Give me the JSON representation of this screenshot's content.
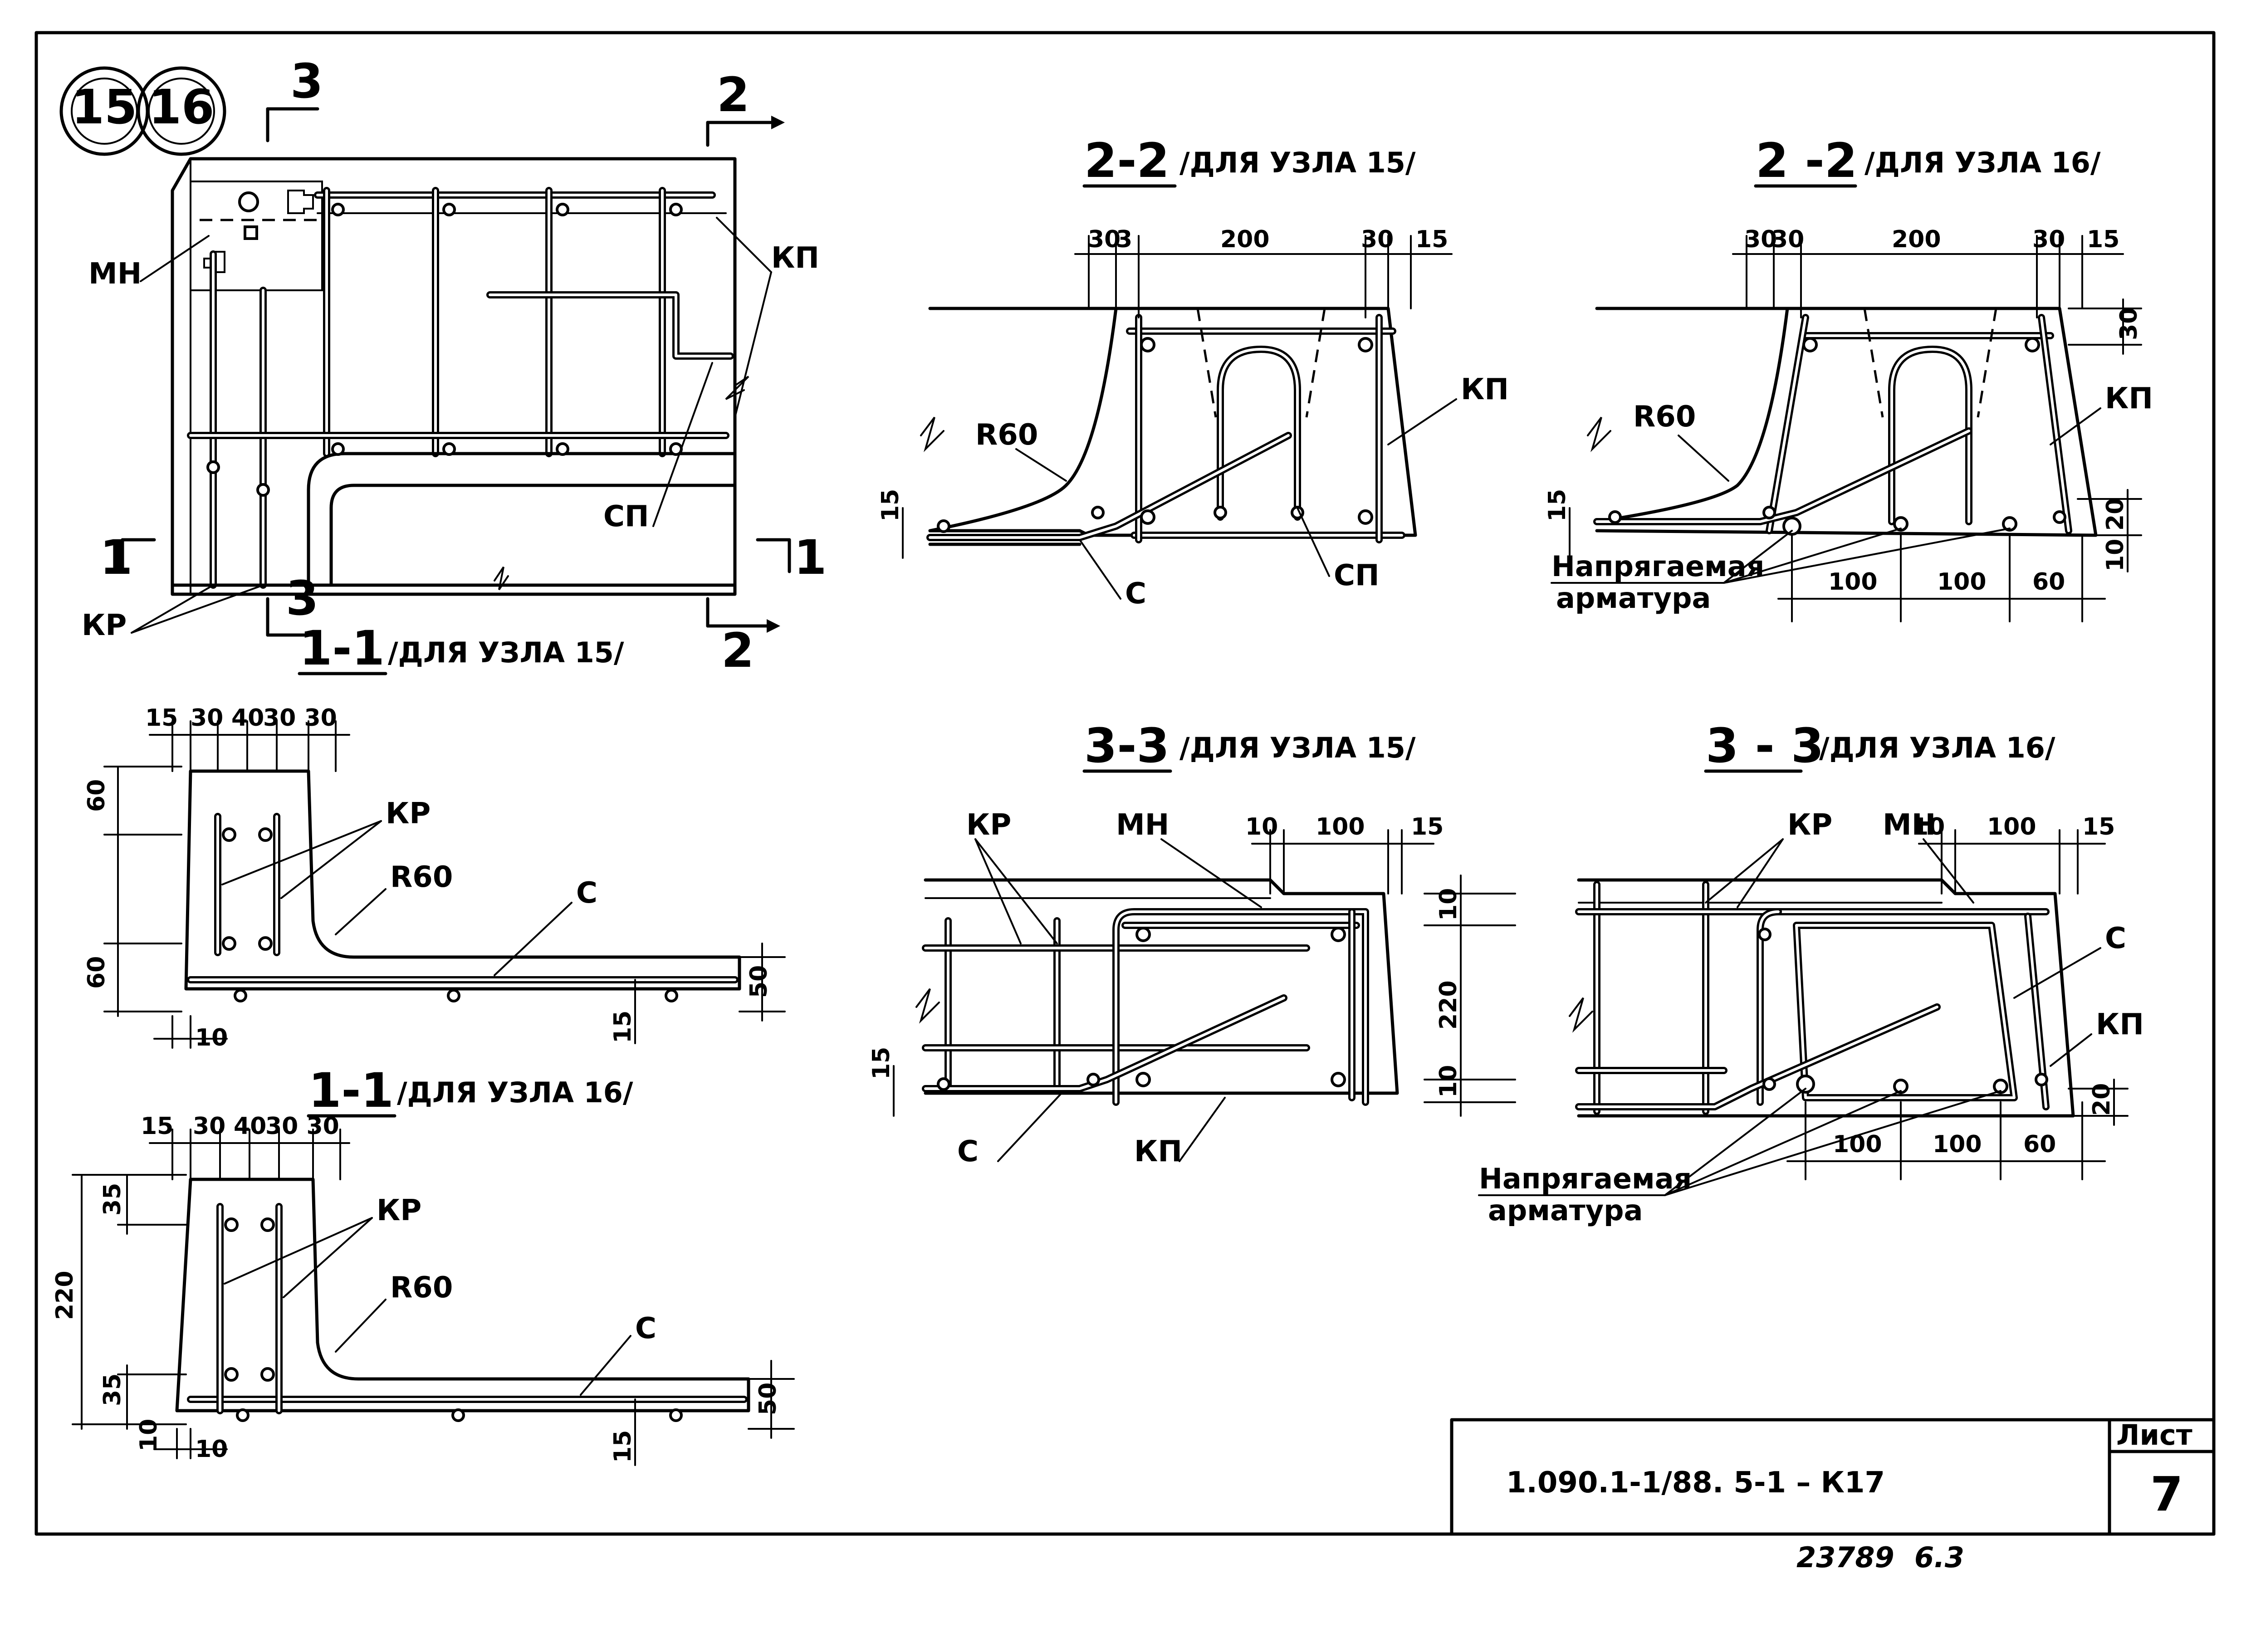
{
  "nodes": [
    "15",
    "16"
  ],
  "sections": {
    "s11_15": {
      "title": "1-1",
      "subtitle": "/ДЛЯ УЗЛА 15/"
    },
    "s11_16": {
      "title": "1-1",
      "subtitle": "/ДЛЯ УЗЛА 16/"
    },
    "s22_15": {
      "title": "2-2",
      "subtitle": "/ДЛЯ УЗЛА 15/"
    },
    "s22_16": {
      "title": "2 -2",
      "subtitle": "/ДЛЯ УЗЛА 16/"
    },
    "s33_15": {
      "title": "3-3",
      "subtitle": "/ДЛЯ УЗЛА 15/"
    },
    "s33_16": {
      "title": "3 - 3",
      "subtitle": "/ДЛЯ УЗЛА 16/"
    }
  },
  "cut_marks": {
    "one": "1",
    "two": "2",
    "three": "3"
  },
  "labels": {
    "mn": "МН",
    "kp": "КП",
    "sp": "СП",
    "kr": "КР",
    "c": "С",
    "r60": "R60",
    "prestressed_1": "Напрягаемая",
    "prestressed_2": "арматура"
  },
  "dims": {
    "d10": "10",
    "d15": "15",
    "d20": "20",
    "d30": "30",
    "d35": "35",
    "d40": "40",
    "d50": "50",
    "d60": "60",
    "d100": "100",
    "d200": "200",
    "d220": "220",
    "d3": "3",
    "d30b": "30",
    "d3030": "30 30"
  },
  "title_block": {
    "code": "1.090.1-1/88.  5-1 – К17",
    "sheet_label": "Лист",
    "sheet_number": "7"
  },
  "footer": {
    "inventory": "23789",
    "format": "6.3"
  }
}
